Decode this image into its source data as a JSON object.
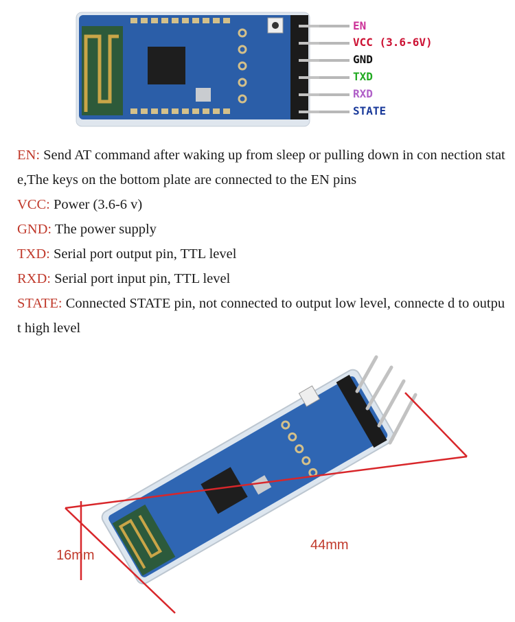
{
  "pins": [
    {
      "name": "EN",
      "color": "#cc3399"
    },
    {
      "name": "VCC (3.6-6V)",
      "color": "#cc1133"
    },
    {
      "name": "GND",
      "color": "#111111"
    },
    {
      "name": "TXD",
      "color": "#22aa22"
    },
    {
      "name": "RXD",
      "color": "#b060c8"
    },
    {
      "name": "STATE",
      "color": "#1a3a9a"
    }
  ],
  "descriptions": [
    {
      "term": "EN:",
      "text": " Send AT command after waking up from sleep or pulling down in con nection state,The keys on the bottom plate are connected to the EN pins"
    },
    {
      "term": "VCC:",
      "text": " Power (3.6-6 v)"
    },
    {
      "term": "GND:",
      "text": " The power supply"
    },
    {
      "term": "TXD:",
      "text": " Serial port output pin, TTL level"
    },
    {
      "term": "RXD:",
      "text": " Serial port input pin, TTL level"
    },
    {
      "term": "STATE:",
      "text": " Connected STATE pin, not connected to output low level, connecte d to output high level"
    }
  ],
  "dimensions": {
    "length": "44mm",
    "width": "16mm"
  },
  "colors": {
    "term": "#c0392b",
    "board": "#2b5ea8",
    "dim_line": "#d8262a"
  }
}
